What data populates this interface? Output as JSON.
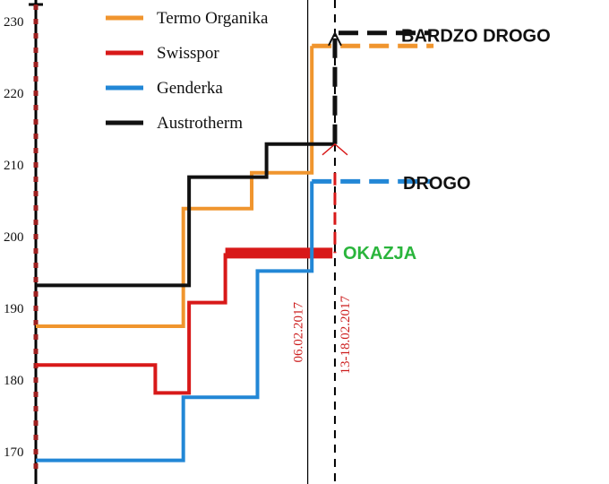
{
  "chart_data": {
    "type": "line",
    "step": true,
    "ylim": [
      168,
      232
    ],
    "yticks": [
      170,
      180,
      190,
      200,
      210,
      220,
      230
    ],
    "legend_position": "top-left",
    "grid": false,
    "series": [
      {
        "name": "Termo Organika",
        "color": "#f0952e",
        "points": [
          [
            0,
            187.5
          ],
          [
            1.79,
            187.5
          ],
          [
            1.79,
            203.9
          ],
          [
            2.62,
            203.9
          ],
          [
            2.62,
            208.9
          ],
          [
            3.35,
            208.9
          ],
          [
            3.35,
            226.6
          ],
          [
            4.8,
            226.6
          ],
          [
            4.8,
            226.3
          ]
        ],
        "dashed_from_index": 6
      },
      {
        "name": "Swisspor",
        "color": "#d81919",
        "points": [
          [
            0,
            182.1
          ],
          [
            1.45,
            182.1
          ],
          [
            1.45,
            178.2
          ],
          [
            1.86,
            178.2
          ],
          [
            1.86,
            190.8
          ],
          [
            2.3,
            190.8
          ],
          [
            2.3,
            197.7
          ],
          [
            3.6,
            197.7
          ]
        ],
        "thick_from_index": 6
      },
      {
        "name": "Genderka",
        "color": "#2287d6",
        "points": [
          [
            0,
            168.8
          ],
          [
            1.79,
            168.8
          ],
          [
            1.79,
            177.6
          ],
          [
            2.69,
            177.6
          ],
          [
            2.69,
            195.2
          ],
          [
            3.35,
            195.2
          ],
          [
            3.35,
            207.7
          ],
          [
            4.8,
            207.7
          ]
        ],
        "dashed_from_index": 6
      },
      {
        "name": "Austrotherm",
        "color": "#111111",
        "points": [
          [
            0,
            193.2
          ],
          [
            1.86,
            193.2
          ],
          [
            1.86,
            208.3
          ],
          [
            2.8,
            208.3
          ],
          [
            2.8,
            212.9
          ],
          [
            3.63,
            212.9
          ],
          [
            3.63,
            228.4
          ],
          [
            4.8,
            228.4
          ]
        ],
        "dashed_from_index": 5
      }
    ],
    "vlines": [
      {
        "x": 3.3,
        "label": "06.02.2017",
        "style": "solid"
      },
      {
        "x": 3.63,
        "label": "13-18.02.2017",
        "style": "dashed"
      }
    ],
    "annotations": [
      {
        "text": "BARDZO DROGO",
        "y": 228.2,
        "color": "#111111"
      },
      {
        "text": "DROGO",
        "y": 207.6,
        "color": "#111111"
      },
      {
        "text": "OKAZJA",
        "y": 197.9,
        "color": "#2ab53c"
      }
    ]
  }
}
